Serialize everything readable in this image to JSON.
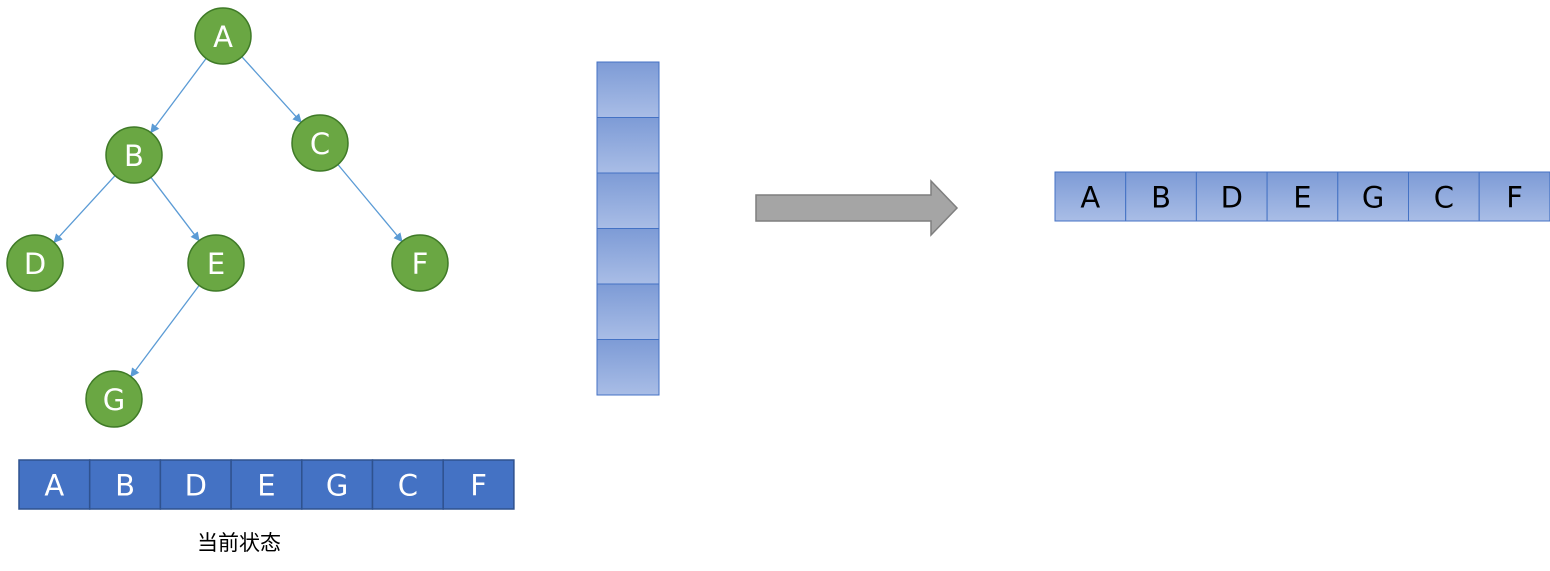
{
  "tree": {
    "nodes": [
      {
        "id": "A",
        "label": "A"
      },
      {
        "id": "B",
        "label": "B"
      },
      {
        "id": "C",
        "label": "C"
      },
      {
        "id": "D",
        "label": "D"
      },
      {
        "id": "E",
        "label": "E"
      },
      {
        "id": "F",
        "label": "F"
      },
      {
        "id": "G",
        "label": "G"
      }
    ],
    "edges": [
      {
        "from": "A",
        "to": "B"
      },
      {
        "from": "A",
        "to": "C"
      },
      {
        "from": "B",
        "to": "D"
      },
      {
        "from": "B",
        "to": "E"
      },
      {
        "from": "C",
        "to": "F"
      },
      {
        "from": "E",
        "to": "G"
      }
    ]
  },
  "current_sequence": [
    "A",
    "B",
    "D",
    "E",
    "G",
    "C",
    "F"
  ],
  "current_state_caption": "当前状态",
  "stack": {
    "cells": [
      "",
      "",
      "",
      "",
      "",
      ""
    ]
  },
  "result_sequence": [
    "A",
    "B",
    "D",
    "E",
    "G",
    "C",
    "F"
  ],
  "colors": {
    "node_fill": "#6aa743",
    "edge": "#5b9bd5",
    "sequence_fill": "#4472c4",
    "stack_fill": "#8faadc",
    "arrow": "#a5a5a5"
  }
}
